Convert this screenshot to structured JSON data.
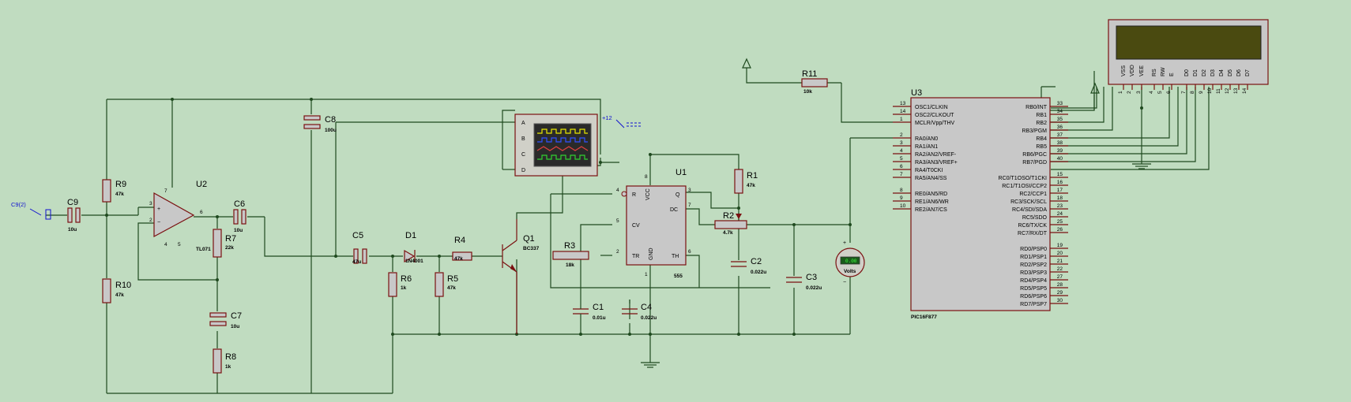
{
  "components": {
    "u2": {
      "ref": "U2",
      "part": "TL071"
    },
    "u1": {
      "ref": "U1",
      "part": "555",
      "pins": {
        "r": "R",
        "vcc": "VCC",
        "q": "Q",
        "dc": "DC",
        "cv": "CV",
        "tr": "TR",
        "gnd": "GND",
        "th": "TH"
      }
    },
    "u3": {
      "ref": "U3",
      "part": "PIC16F877"
    },
    "q1": {
      "ref": "Q1",
      "part": "BC337"
    },
    "d1": {
      "ref": "D1",
      "part": "1N4001"
    },
    "r1": {
      "ref": "R1",
      "value": "47k"
    },
    "r2": {
      "ref": "R2",
      "value": "4.7k"
    },
    "r3": {
      "ref": "R3",
      "value": "18k"
    },
    "r4": {
      "ref": "R4",
      "value": "47k"
    },
    "r5": {
      "ref": "R5",
      "value": "47k"
    },
    "r6": {
      "ref": "R6",
      "value": "1k"
    },
    "r7": {
      "ref": "R7",
      "value": "22k"
    },
    "r8": {
      "ref": "R8",
      "value": "1k"
    },
    "r9": {
      "ref": "R9",
      "value": "47k"
    },
    "r10": {
      "ref": "R10",
      "value": "47k"
    },
    "r11": {
      "ref": "R11",
      "value": "10k"
    },
    "c1": {
      "ref": "C1",
      "value": "0.01u"
    },
    "c2": {
      "ref": "C2",
      "value": "0.022u"
    },
    "c3": {
      "ref": "C3",
      "value": "0.022u"
    },
    "c4": {
      "ref": "C4",
      "value": "0.022u"
    },
    "c5": {
      "ref": "C5",
      "value": "47u"
    },
    "c6": {
      "ref": "C6",
      "value": "10u"
    },
    "c7": {
      "ref": "C7",
      "value": "10u"
    },
    "c8": {
      "ref": "C8",
      "value": "100u"
    },
    "c9": {
      "ref": "C9",
      "value": "10u"
    }
  },
  "input_label": "C9(2)",
  "supply_label": "+12",
  "oscilloscope_channels": [
    "A",
    "B",
    "C",
    "D"
  ],
  "voltmeter_label": "Volts",
  "voltmeter_value": "0.00",
  "pic_left_pins": [
    {
      "num": "13",
      "name": "OSC1/CLKIN"
    },
    {
      "num": "14",
      "name": "OSC2/CLKOUT"
    },
    {
      "num": "1",
      "name": "MCLR/Vpp/THV"
    },
    {
      "num": "2",
      "name": "RA0/AN0"
    },
    {
      "num": "3",
      "name": "RA1/AN1"
    },
    {
      "num": "4",
      "name": "RA2/AN2/VREF-"
    },
    {
      "num": "5",
      "name": "RA3/AN3/VREF+"
    },
    {
      "num": "6",
      "name": "RA4/T0CKI"
    },
    {
      "num": "7",
      "name": "RA5/AN4/SS"
    },
    {
      "num": "8",
      "name": "RE0/AN5/RD"
    },
    {
      "num": "9",
      "name": "RE1/AN6/WR"
    },
    {
      "num": "10",
      "name": "RE2/AN7/CS"
    }
  ],
  "pic_right_pins": [
    {
      "num": "33",
      "name": "RB0/INT"
    },
    {
      "num": "34",
      "name": "RB1"
    },
    {
      "num": "35",
      "name": "RB2"
    },
    {
      "num": "36",
      "name": "RB3/PGM"
    },
    {
      "num": "37",
      "name": "RB4"
    },
    {
      "num": "38",
      "name": "RB5"
    },
    {
      "num": "39",
      "name": "RB6/PGC"
    },
    {
      "num": "40",
      "name": "RB7/PGD"
    },
    {
      "num": "15",
      "name": "RC0/T1OSO/T1CKI"
    },
    {
      "num": "16",
      "name": "RC1/T1OSI/CCP2"
    },
    {
      "num": "17",
      "name": "RC2/CCP1"
    },
    {
      "num": "18",
      "name": "RC3/SCK/SCL"
    },
    {
      "num": "23",
      "name": "RC4/SDI/SDA"
    },
    {
      "num": "24",
      "name": "RC5/SDO"
    },
    {
      "num": "25",
      "name": "RC6/TX/CK"
    },
    {
      "num": "26",
      "name": "RC7/RX/DT"
    },
    {
      "num": "19",
      "name": "RD0/PSP0"
    },
    {
      "num": "20",
      "name": "RD1/PSP1"
    },
    {
      "num": "21",
      "name": "RD2/PSP2"
    },
    {
      "num": "22",
      "name": "RD3/PSP3"
    },
    {
      "num": "27",
      "name": "RD4/PSP4"
    },
    {
      "num": "28",
      "name": "RD5/PSP5"
    },
    {
      "num": "29",
      "name": "RD6/PSP6"
    },
    {
      "num": "30",
      "name": "RD7/PSP7"
    }
  ],
  "lcd_pins": [
    {
      "num": "1",
      "name": "VSS"
    },
    {
      "num": "2",
      "name": "VDD"
    },
    {
      "num": "3",
      "name": "VEE"
    },
    {
      "num": "4",
      "name": "RS"
    },
    {
      "num": "5",
      "name": "RW"
    },
    {
      "num": "6",
      "name": "E"
    },
    {
      "num": "7",
      "name": "D0"
    },
    {
      "num": "8",
      "name": "D1"
    },
    {
      "num": "9",
      "name": "D2"
    },
    {
      "num": "10",
      "name": "D3"
    },
    {
      "num": "11",
      "name": "D4"
    },
    {
      "num": "12",
      "name": "D5"
    },
    {
      "num": "13",
      "name": "D6"
    },
    {
      "num": "14",
      "name": "D7"
    }
  ],
  "colors": {
    "background": "#c0dcc0",
    "wire": "#1f4a1f",
    "component": "#7a1010",
    "chip_body": "#c8c8c8",
    "lcd_screen": "#4a4a10",
    "label_blue": "#1010d0"
  }
}
